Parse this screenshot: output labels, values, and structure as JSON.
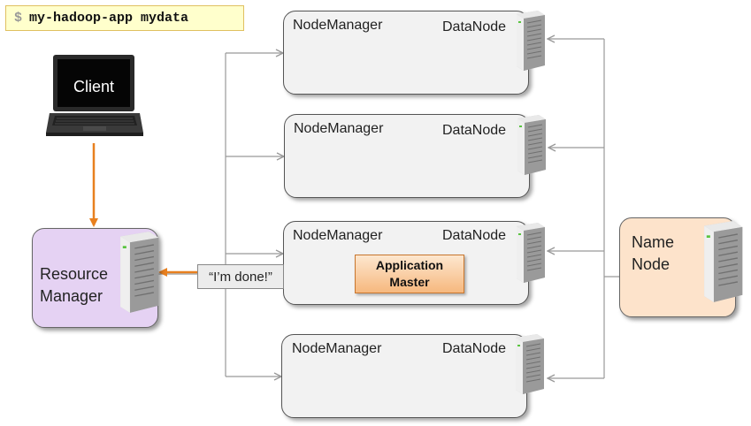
{
  "command": {
    "prompt": "$",
    "text": "my-hadoop-app mydata"
  },
  "client": {
    "label": "Client"
  },
  "resource_manager": {
    "line1": "Resource",
    "line2": "Manager"
  },
  "name_node": {
    "line1": "Name",
    "line2": "Node"
  },
  "nodes": [
    {
      "node_manager": "NodeManager",
      "data_node": "DataNode"
    },
    {
      "node_manager": "NodeManager",
      "data_node": "DataNode"
    },
    {
      "node_manager": "NodeManager",
      "data_node": "DataNode"
    },
    {
      "node_manager": "NodeManager",
      "data_node": "DataNode"
    }
  ],
  "application_master": {
    "line1": "Application",
    "line2": "Master"
  },
  "done_message": "“I’m done!”",
  "colors": {
    "accent_orange": "#e8801f",
    "connector_gray": "#999999"
  }
}
